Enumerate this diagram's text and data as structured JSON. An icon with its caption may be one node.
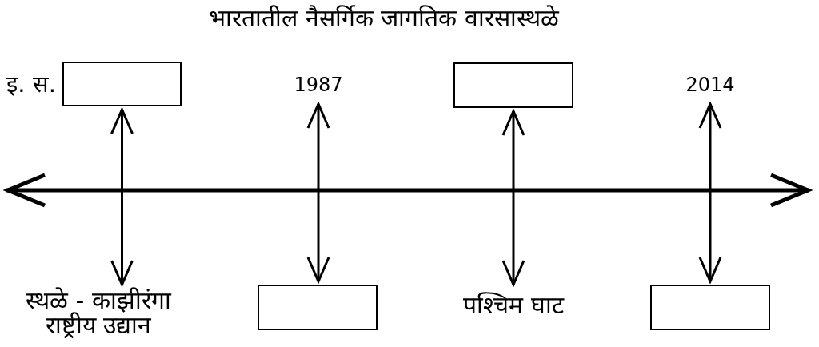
{
  "diagram": {
    "title": "भारतातील नैसर्गिक जागतिक वारसास्थळे",
    "nodes": [
      {
        "text": [],
        "shape": "box",
        "beside": [
          "इ. स."
        ]
      },
      {
        "text": [
          "1987"
        ]
      },
      {
        "text": [],
        "shape": "box"
      },
      {
        "text": [
          "2014"
        ]
      },
      {
        "text": [
          "स्थळे - काझीरंगा राष्ट्रीय उद्यान"
        ]
      },
      {
        "text": [],
        "shape": "box"
      },
      {
        "text": [
          "पश्चिम घाट"
        ]
      },
      {
        "text": [],
        "shape": "box"
      }
    ],
    "edges": [
      {
        "from": 0,
        "to": 4,
        "arrow": "both"
      },
      {
        "from": 1,
        "to": 5,
        "arrow": "both"
      },
      {
        "from": 2,
        "to": 6,
        "arrow": "both"
      },
      {
        "from": 3,
        "to": 7,
        "arrow": "both"
      }
    ]
  }
}
